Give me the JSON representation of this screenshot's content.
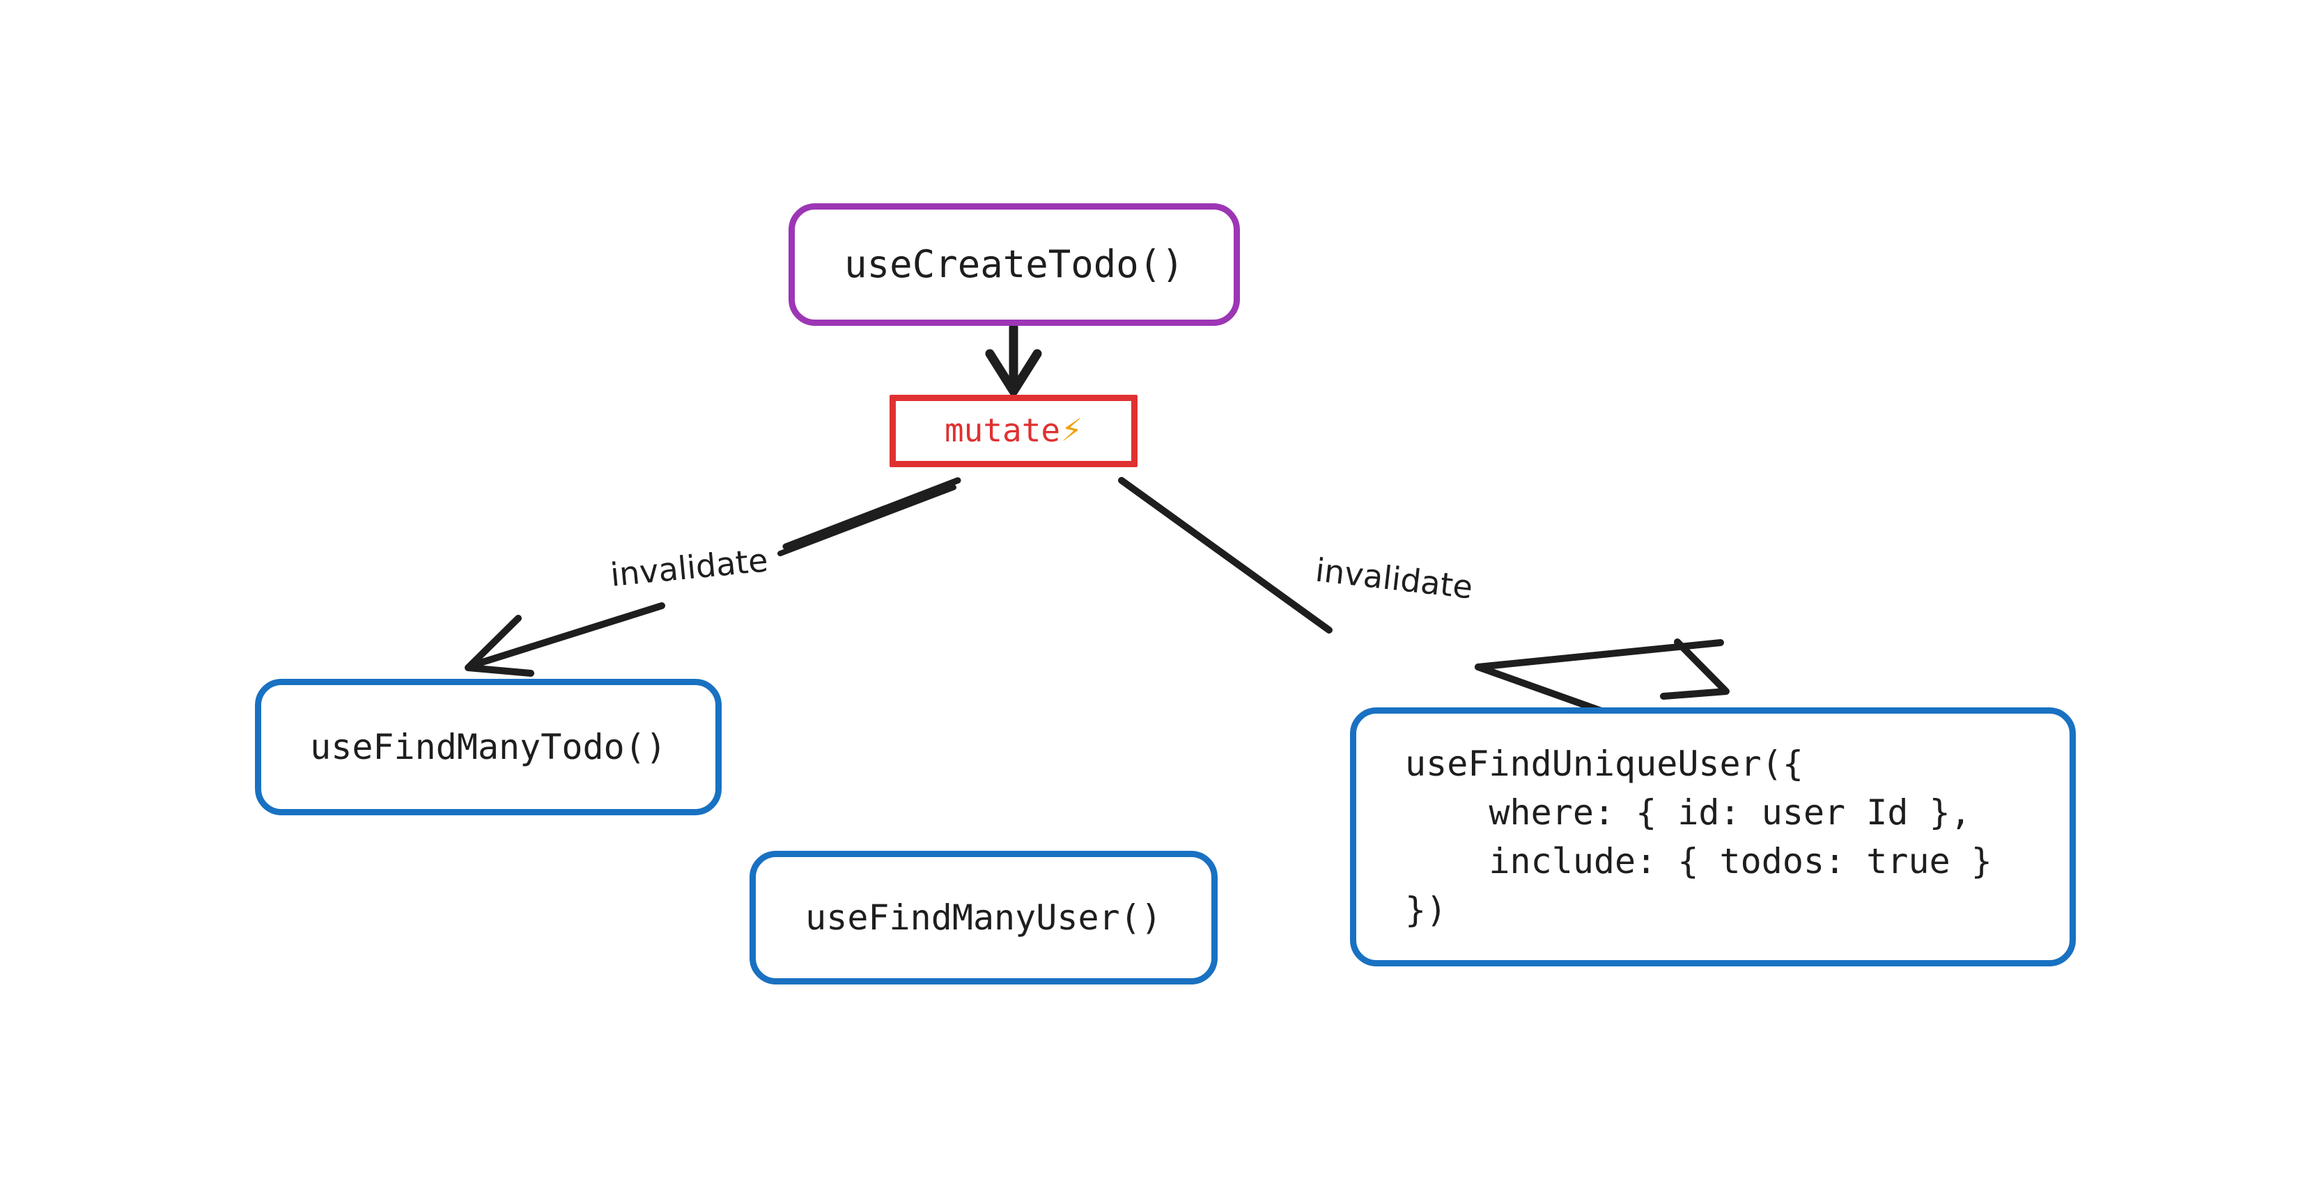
{
  "diagram": {
    "title": "useCreateTodo mutation invalidation flow",
    "background": "#ffffff",
    "nodes": [
      {
        "id": "create-todo",
        "label": "useCreateTodo()",
        "color": "#9c36b5",
        "shape": "rounded-rectangle"
      },
      {
        "id": "mutate",
        "label": "mutate",
        "icon": "lightning-bolt-icon",
        "icon_glyph": "⚡",
        "color": "#e03131",
        "shape": "rectangle"
      },
      {
        "id": "find-many-todo",
        "label": "useFindManyTodo()",
        "color": "#1971c2",
        "shape": "rounded-rectangle"
      },
      {
        "id": "find-many-user",
        "label": "useFindManyUser()",
        "color": "#1971c2",
        "shape": "rounded-rectangle"
      },
      {
        "id": "find-unique-user",
        "label": "useFindUniqueUser({\n    where: { id: user Id },\n    include: { todos: true }\n})",
        "color": "#1971c2",
        "shape": "rounded-rectangle"
      }
    ],
    "edges": [
      {
        "id": "create-todo-to-mutate",
        "from": "create-todo",
        "to": "mutate",
        "label": "",
        "color": "#1e1e1e"
      },
      {
        "id": "mutate-to-find-many-todo",
        "from": "mutate",
        "to": "find-many-todo",
        "label": "invalidate",
        "color": "#1e1e1e"
      },
      {
        "id": "mutate-to-find-unique-user",
        "from": "mutate",
        "to": "find-unique-user",
        "label": "invalidate",
        "color": "#1e1e1e"
      }
    ]
  }
}
